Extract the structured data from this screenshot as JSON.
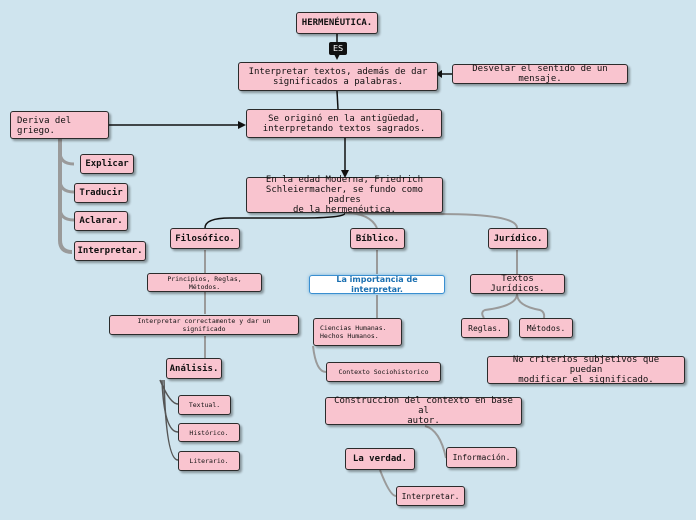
{
  "root": "HERMENÉUTICA.",
  "es_label": "ES",
  "definition": "Interpretar textos, además de dar\nsignificados a palabras.",
  "unveil": "Desvelar el sentido de un mensaje.",
  "origin": "Se originó en la antigüedad,\ninterpretando textos sagrados.",
  "greek": "Deriva del\ngriego.",
  "greek_items": [
    "Explicar",
    "Traducir",
    "Aclarar.",
    "Interpretar."
  ],
  "modern": "En la edad Moderna, Friedrich\nSchleiermacher, se fundo como padres\nde la hermenéutica.",
  "branches": {
    "philosophical": "Filosófico.",
    "biblical": "Bíblico.",
    "legal": "Jurídico."
  },
  "philosophical_sub": {
    "principles": "Principios, Reglas, Métodos.",
    "interpret": "Interpretar correctamente y dar un significado",
    "analysis": "Análisis.",
    "analysis_items": [
      "Textual.",
      "Histórico.",
      "Literario."
    ]
  },
  "biblical_sub": {
    "importance": "La importancia de interpretar.",
    "sciences": "Ciencias Humanas.\nHechos Humanos.",
    "context": "Contexto Sociohistorico",
    "construction": "Construccion del contexto en base al\nautor.",
    "information": "Información.",
    "truth": "La verdad.",
    "interpret": "Interpretar."
  },
  "legal_sub": {
    "texts": "Textos Jurídicos.",
    "rules": "Reglas.",
    "methods": "Métodos.",
    "criteria": "No criterios subjetivos que puedan\nmodificar el significado."
  }
}
